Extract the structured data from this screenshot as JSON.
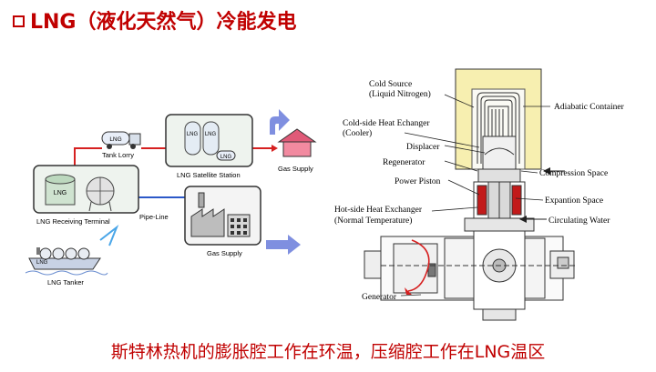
{
  "title": "LNG（液化天然气）冷能发电",
  "footer": "斯特林热机的膨胀腔工作在环温，压缩腔工作在LNG温区",
  "left_diagram": {
    "tank_lorry": "Tank Lorry",
    "lng_tag": "LNG",
    "satellite_station": "LNG Satellite Station",
    "gas_supply_top": "Gas Supply",
    "receiving_terminal": "LNG Receiving Terminal",
    "pipe_line": "Pipe-Line",
    "gas_supply_bottom": "Gas Supply",
    "tanker": "LNG Tanker"
  },
  "right_diagram": {
    "cold_source_1": "Cold Source",
    "cold_source_2": "(Liquid Nitrogen)",
    "adiabatic_container": "Adiabatic Container",
    "cold_hx_1": "Cold-side Heat Echanger",
    "cold_hx_2": "(Cooler)",
    "displacer": "Displacer",
    "regenerator": "Regenerator",
    "compression_space": "Compression Space",
    "power_piston": "Power Piston",
    "expansion_space": "Expantion Space",
    "hot_hx_1": "Hot-side Heat Exchanger",
    "hot_hx_2": "(Normal Temperature)",
    "circulating_water": "Circulating Water",
    "generator": "Generator"
  },
  "colors": {
    "title": "#c00000",
    "pipe_red": "#d62020",
    "blue_arrow": "#7f8fe0",
    "insulation": "#f7efb0"
  }
}
